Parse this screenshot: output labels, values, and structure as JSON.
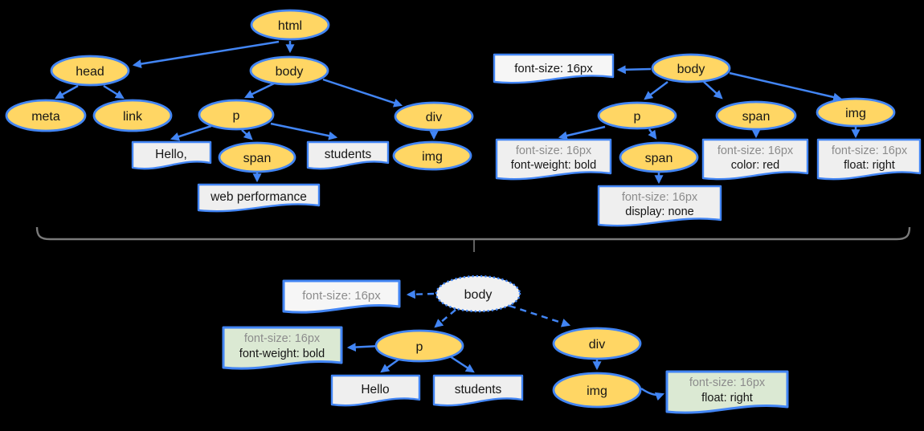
{
  "dom_tree": {
    "html": "html",
    "head": "head",
    "body": "body",
    "meta": "meta",
    "link": "link",
    "p": "p",
    "span": "span",
    "div": "div",
    "img": "img",
    "hello": "Hello,",
    "students": "students",
    "web_performance": "web performance"
  },
  "cssom_tree": {
    "body": "body",
    "p": "p",
    "span_p": "span",
    "span_body": "span",
    "img": "img",
    "rule_body_1": "font-size: 16px",
    "rule_p_1": "font-size: 16px",
    "rule_p_2": "font-weight: bold",
    "rule_span_p_1": "font-size: 16px",
    "rule_span_p_2": "display: none",
    "rule_span_body_1": "font-size: 16px",
    "rule_span_body_2": "color: red",
    "rule_img_1": "font-size: 16px",
    "rule_img_2": "float: right"
  },
  "render_tree": {
    "body": "body",
    "p": "p",
    "div": "div",
    "img": "img",
    "hello": "Hello",
    "students": "students",
    "style_body_1": "font-size: 16px",
    "style_p_1": "font-size: 16px",
    "style_p_2": "font-weight: bold",
    "style_img_1": "font-size: 16px",
    "style_img_2": "float: right"
  },
  "colors": {
    "node_fill": "#FFD664",
    "stroke_blue": "#4285F4",
    "box_fill": "#EFEFEF",
    "box_fill_light": "#F6F6F6",
    "green_fill": "#DBE9D3",
    "render_node_fill": "#F1F1F1",
    "muted_text": "#8C8C8C",
    "brace": "#7A7A7A"
  }
}
